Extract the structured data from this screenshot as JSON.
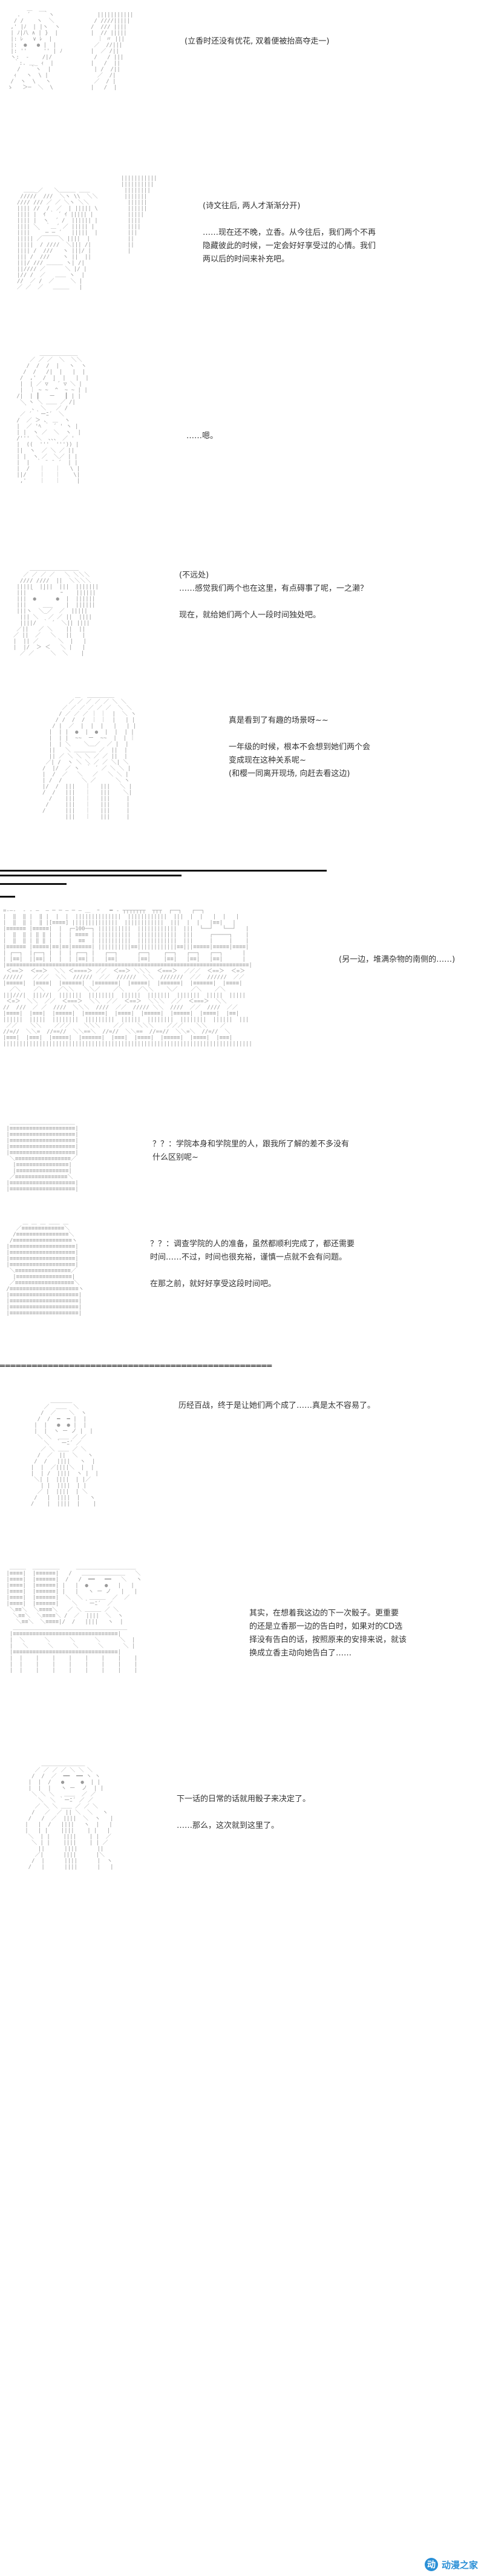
{
  "panels": [
    {
      "id": "p1",
      "lines": [
        "(立香时还没有优花, 双着便被抬高夺走一)"
      ]
    },
    {
      "id": "p2",
      "lines": [
        "(诗文往后, 两人才渐渐分开)",
        "",
        "……现在还不晚，立香。从今往后，我们两个不再",
        "隐藏彼此的时候，一定会好好享受过的心情。我们",
        "两以后的时间来补充吧。"
      ]
    },
    {
      "id": "p3",
      "lines": [
        "……嗯。"
      ]
    },
    {
      "id": "p4",
      "lines": [
        "(不远处)",
        "……感觉我们两个也在这里，有点碍事了呢，一之濑？",
        "",
        "现在，就给她们两个人一段时间独处吧。"
      ]
    },
    {
      "id": "p5",
      "lines": [
        "真是看到了有趣的场景呀~~",
        "",
        "一年级的时候，根本不会想到她们两个会",
        "变成现在这种关系呢~",
        "(和樱一同离开现场, 向赶去看这边)"
      ]
    },
    {
      "id": "p6",
      "lines": [
        "(另一边，堆满杂物的南侧的……)"
      ]
    },
    {
      "id": "p7",
      "lines": [
        "？？：学院本身和学院里的人，跟我所了解的差不多没有",
        "什么区别呢~"
      ]
    },
    {
      "id": "p8",
      "lines": [
        "？？：调查学院的人的准备，虽然都顺利完成了，都还需要",
        "时间……不过，时间也很充裕，谨慎一点就不会有问题。",
        "",
        "在那之前，就好好享受这段时间吧。"
      ]
    },
    {
      "id": "p9",
      "lines": [
        "历经百战，终于是让她们两个成了……真是太不容易了。"
      ]
    },
    {
      "id": "p10",
      "lines": [
        "其实，在想着我这边的下一次骰子。更重要",
        "的还是立香那一边的告白时，如果对的CD选",
        "择没有告白的话，按照原来的安排来说，就该",
        "换成立香主动向她告白了……"
      ]
    },
    {
      "id": "p11",
      "lines": [
        "下一话的日常的话就用骰子来决定了。",
        "",
        "……那么，这次就到这里了。"
      ]
    }
  ],
  "watermark": {
    "logo_letter": "动",
    "text": "动漫之家"
  }
}
